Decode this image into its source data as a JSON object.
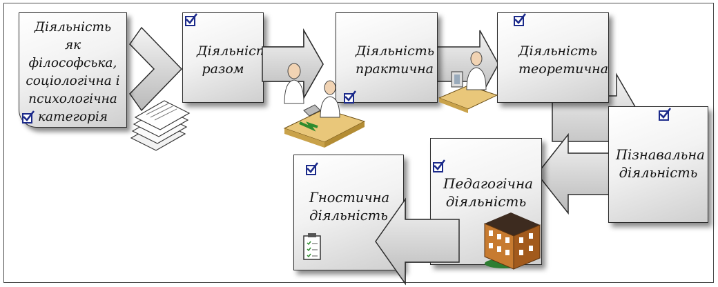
{
  "nodes": {
    "category": {
      "label": "Діяльність як філософська, соціологічна і психологічна категорія"
    },
    "together": {
      "label": "Діяльність разом"
    },
    "practical": {
      "label": "Діяльність практична"
    },
    "theoretical": {
      "label": "Діяльність теоретична"
    },
    "cognitive": {
      "label": "Пізнавальна діяльність"
    },
    "pedagogical": {
      "label": "Педагогічна діяльність"
    },
    "gnostic": {
      "label": "Гностична діяльність"
    }
  },
  "colors": {
    "checkbox": "#1b2a8a",
    "arrow_fill": "#d9d9d9",
    "border": "#2c2c2c"
  },
  "icons": [
    "documents-icon",
    "two-people-desk-icon",
    "person-computer-icon",
    "school-building-icon",
    "clipboard-icon"
  ]
}
